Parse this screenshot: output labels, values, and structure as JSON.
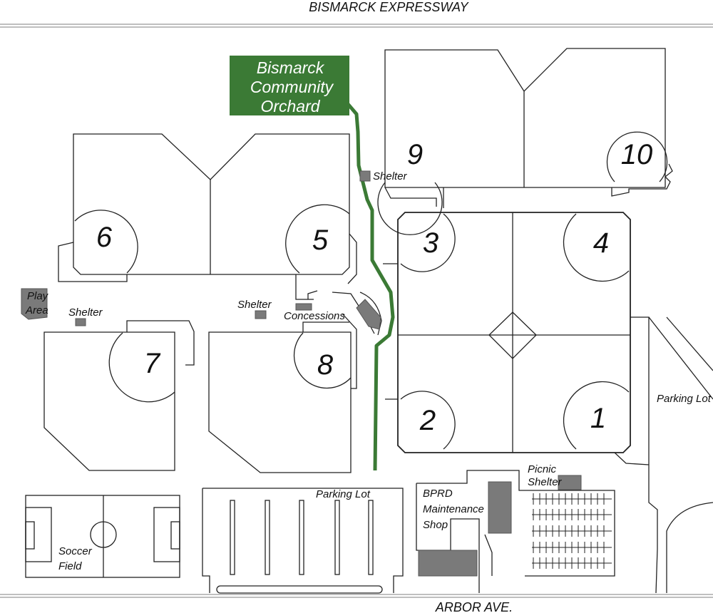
{
  "roads": {
    "north": "BISMARCK EXPRESSWAY",
    "south": "ARBOR AVE."
  },
  "orchard": {
    "line1": "Bismarck",
    "line2": "Community",
    "line3": "Orchard",
    "color": "#3b7a35"
  },
  "fields": {
    "f1": "1",
    "f2": "2",
    "f3": "3",
    "f4": "4",
    "f5": "5",
    "f6": "6",
    "f7": "7",
    "f8": "8",
    "f9": "9",
    "f10": "10"
  },
  "labels": {
    "shelter_9": "Shelter",
    "shelter_center": "Shelter",
    "shelter_west": "Shelter",
    "concessions": "Concessions",
    "play_line1": "Play",
    "play_line2": "Area",
    "parking_east": "Parking Lot",
    "parking_south": "Parking Lot",
    "bprd_line1": "BPRD",
    "bprd_line2": "Maintenance",
    "bprd_line3": "Shop",
    "picnic_line1": "Picnic",
    "picnic_line2": "Shelter",
    "soccer_line1": "Soccer",
    "soccer_line2": "Field"
  },
  "colors": {
    "building": "#7a7a7a",
    "lines": "#222222",
    "trail": "#3b7a35"
  }
}
